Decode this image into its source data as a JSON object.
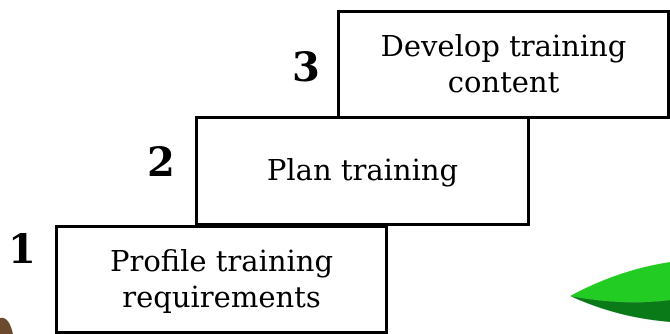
{
  "steps": [
    {
      "number": "1",
      "lines": [
        "Profile training",
        "requirements"
      ]
    },
    {
      "number": "2",
      "lines": [
        "Plan training"
      ]
    },
    {
      "number": "3",
      "lines": [
        "Develop training",
        "content"
      ]
    }
  ],
  "colors": {
    "box_border": "#000000",
    "box_fill": "#ffffff",
    "text": "#000000",
    "leaf_green": "#22cc22",
    "leaf_dark": "#0a7a18",
    "brown_edge": "#6b4a2e"
  }
}
